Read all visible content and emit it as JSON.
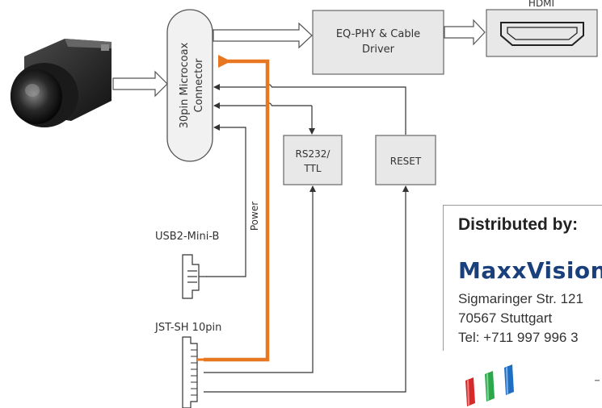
{
  "diagram": {
    "connector_label_line1": "30pin Microcoax",
    "connector_label_line2": "Connector",
    "eq_phy_line1": "EQ-PHY & Cable",
    "eq_phy_line2": "Driver",
    "hdmi_label": "HDMI",
    "rs232_line1": "RS232/",
    "rs232_line2": "TTL",
    "reset_label": "RESET",
    "power_label": "Power",
    "usb_label": "USB2-Mini-B",
    "jst_label": "JST-SH 10pin"
  },
  "distributor": {
    "heading": "Distributed by:",
    "brand": "MaxxVision",
    "address_street": "Sigmaringer Str. 121",
    "address_city": "70567 Stuttgart",
    "phone": "Tel: +711 997 996 3"
  },
  "colors": {
    "power_line": "#e87722",
    "brand": "#1a3f7d",
    "logo_red": "#d62a2a",
    "logo_green": "#2aa84a",
    "logo_blue": "#1e6fc4"
  },
  "icons": [
    "camera-image",
    "hdmi-port-icon",
    "usb-mini-b-icon",
    "jst-sh-connector-icon",
    "logo-bars"
  ]
}
